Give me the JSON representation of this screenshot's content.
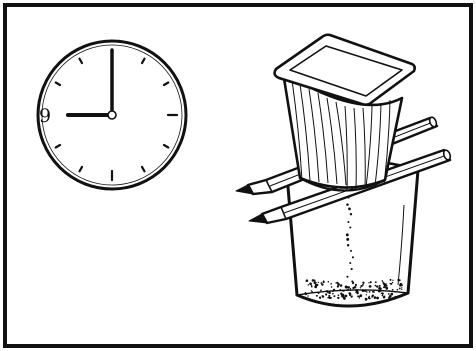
{
  "clock": {
    "dial_numeral": "9",
    "time_shown": "9:00",
    "icon": "wall-clock-icon"
  },
  "apparatus": {
    "cup_icon": "yogurt-cup-icon",
    "pencil_icon": "pencil-icon",
    "pencil_count": 2,
    "glass_icon": "drinking-glass-icon",
    "drip_icon": "falling-drops-icon",
    "sediment_icon": "sediment-icon"
  },
  "colors": {
    "ink": "#111111",
    "paper": "#ffffff"
  }
}
